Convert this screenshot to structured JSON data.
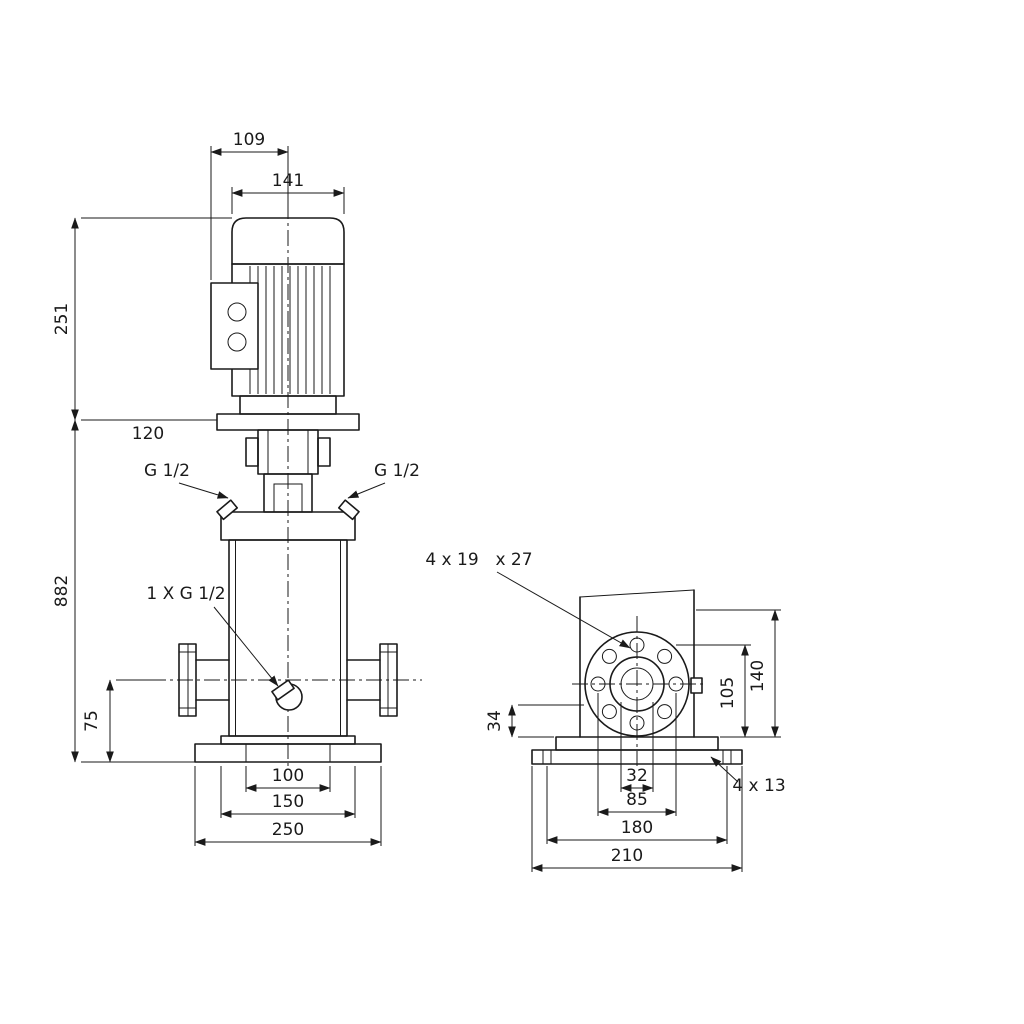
{
  "front_view": {
    "dim_109": "109",
    "dim_141": "141",
    "dim_251": "251",
    "dim_120": "120",
    "dim_882": "882",
    "dim_75": "75",
    "dim_100": "100",
    "dim_150": "150",
    "dim_250": "250",
    "port_left_label": "G 1/2",
    "port_right_label": "G 1/2",
    "drain_label": "1 X G 1/2"
  },
  "side_view": {
    "dim_34": "34",
    "dim_105": "105",
    "dim_140": "140",
    "dim_32": "32",
    "dim_85": "85",
    "dim_180": "180",
    "dim_210": "210",
    "flange_hole_note": "4 x 19",
    "flange_counterbore_note": "x 27",
    "base_hole_note": "4 x 13"
  }
}
